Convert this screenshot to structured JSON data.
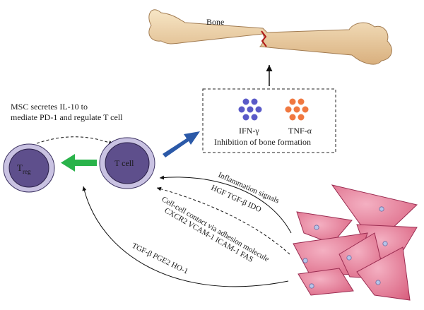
{
  "bone": {
    "label": "Bone"
  },
  "msc_note": {
    "line1": "MSC secretes IL-10 to",
    "line2": "mediate PD-1 and regulate T cell"
  },
  "treg": {
    "main": "T",
    "sub": "reg"
  },
  "tcell": {
    "label": "T cell"
  },
  "cytokine_box": {
    "ifn": "IFN-γ",
    "tnf": "TNF-α",
    "caption": "Inhibition of bone formation",
    "ifn_color": "#5a5ac8",
    "tnf_color": "#f07840"
  },
  "signals": {
    "inflammation": "Inflammation signals",
    "hgf": "HGF TGF-β IDO",
    "contact1": "Cell-cell contact via adhesion molecule",
    "contact2": "CXCR2 VCAM-1 ICAM-1 FAS",
    "tgf": "TGF-β PGE2 HO-1"
  },
  "colors": {
    "cell_outer": "#c9c2e2",
    "cell_inner": "#5e4f8c",
    "green_arrow": "#29b34a",
    "blue_arrow": "#2b59a8",
    "msc_fill": "#e8859f",
    "bone_fill": "#f0d6ad"
  }
}
